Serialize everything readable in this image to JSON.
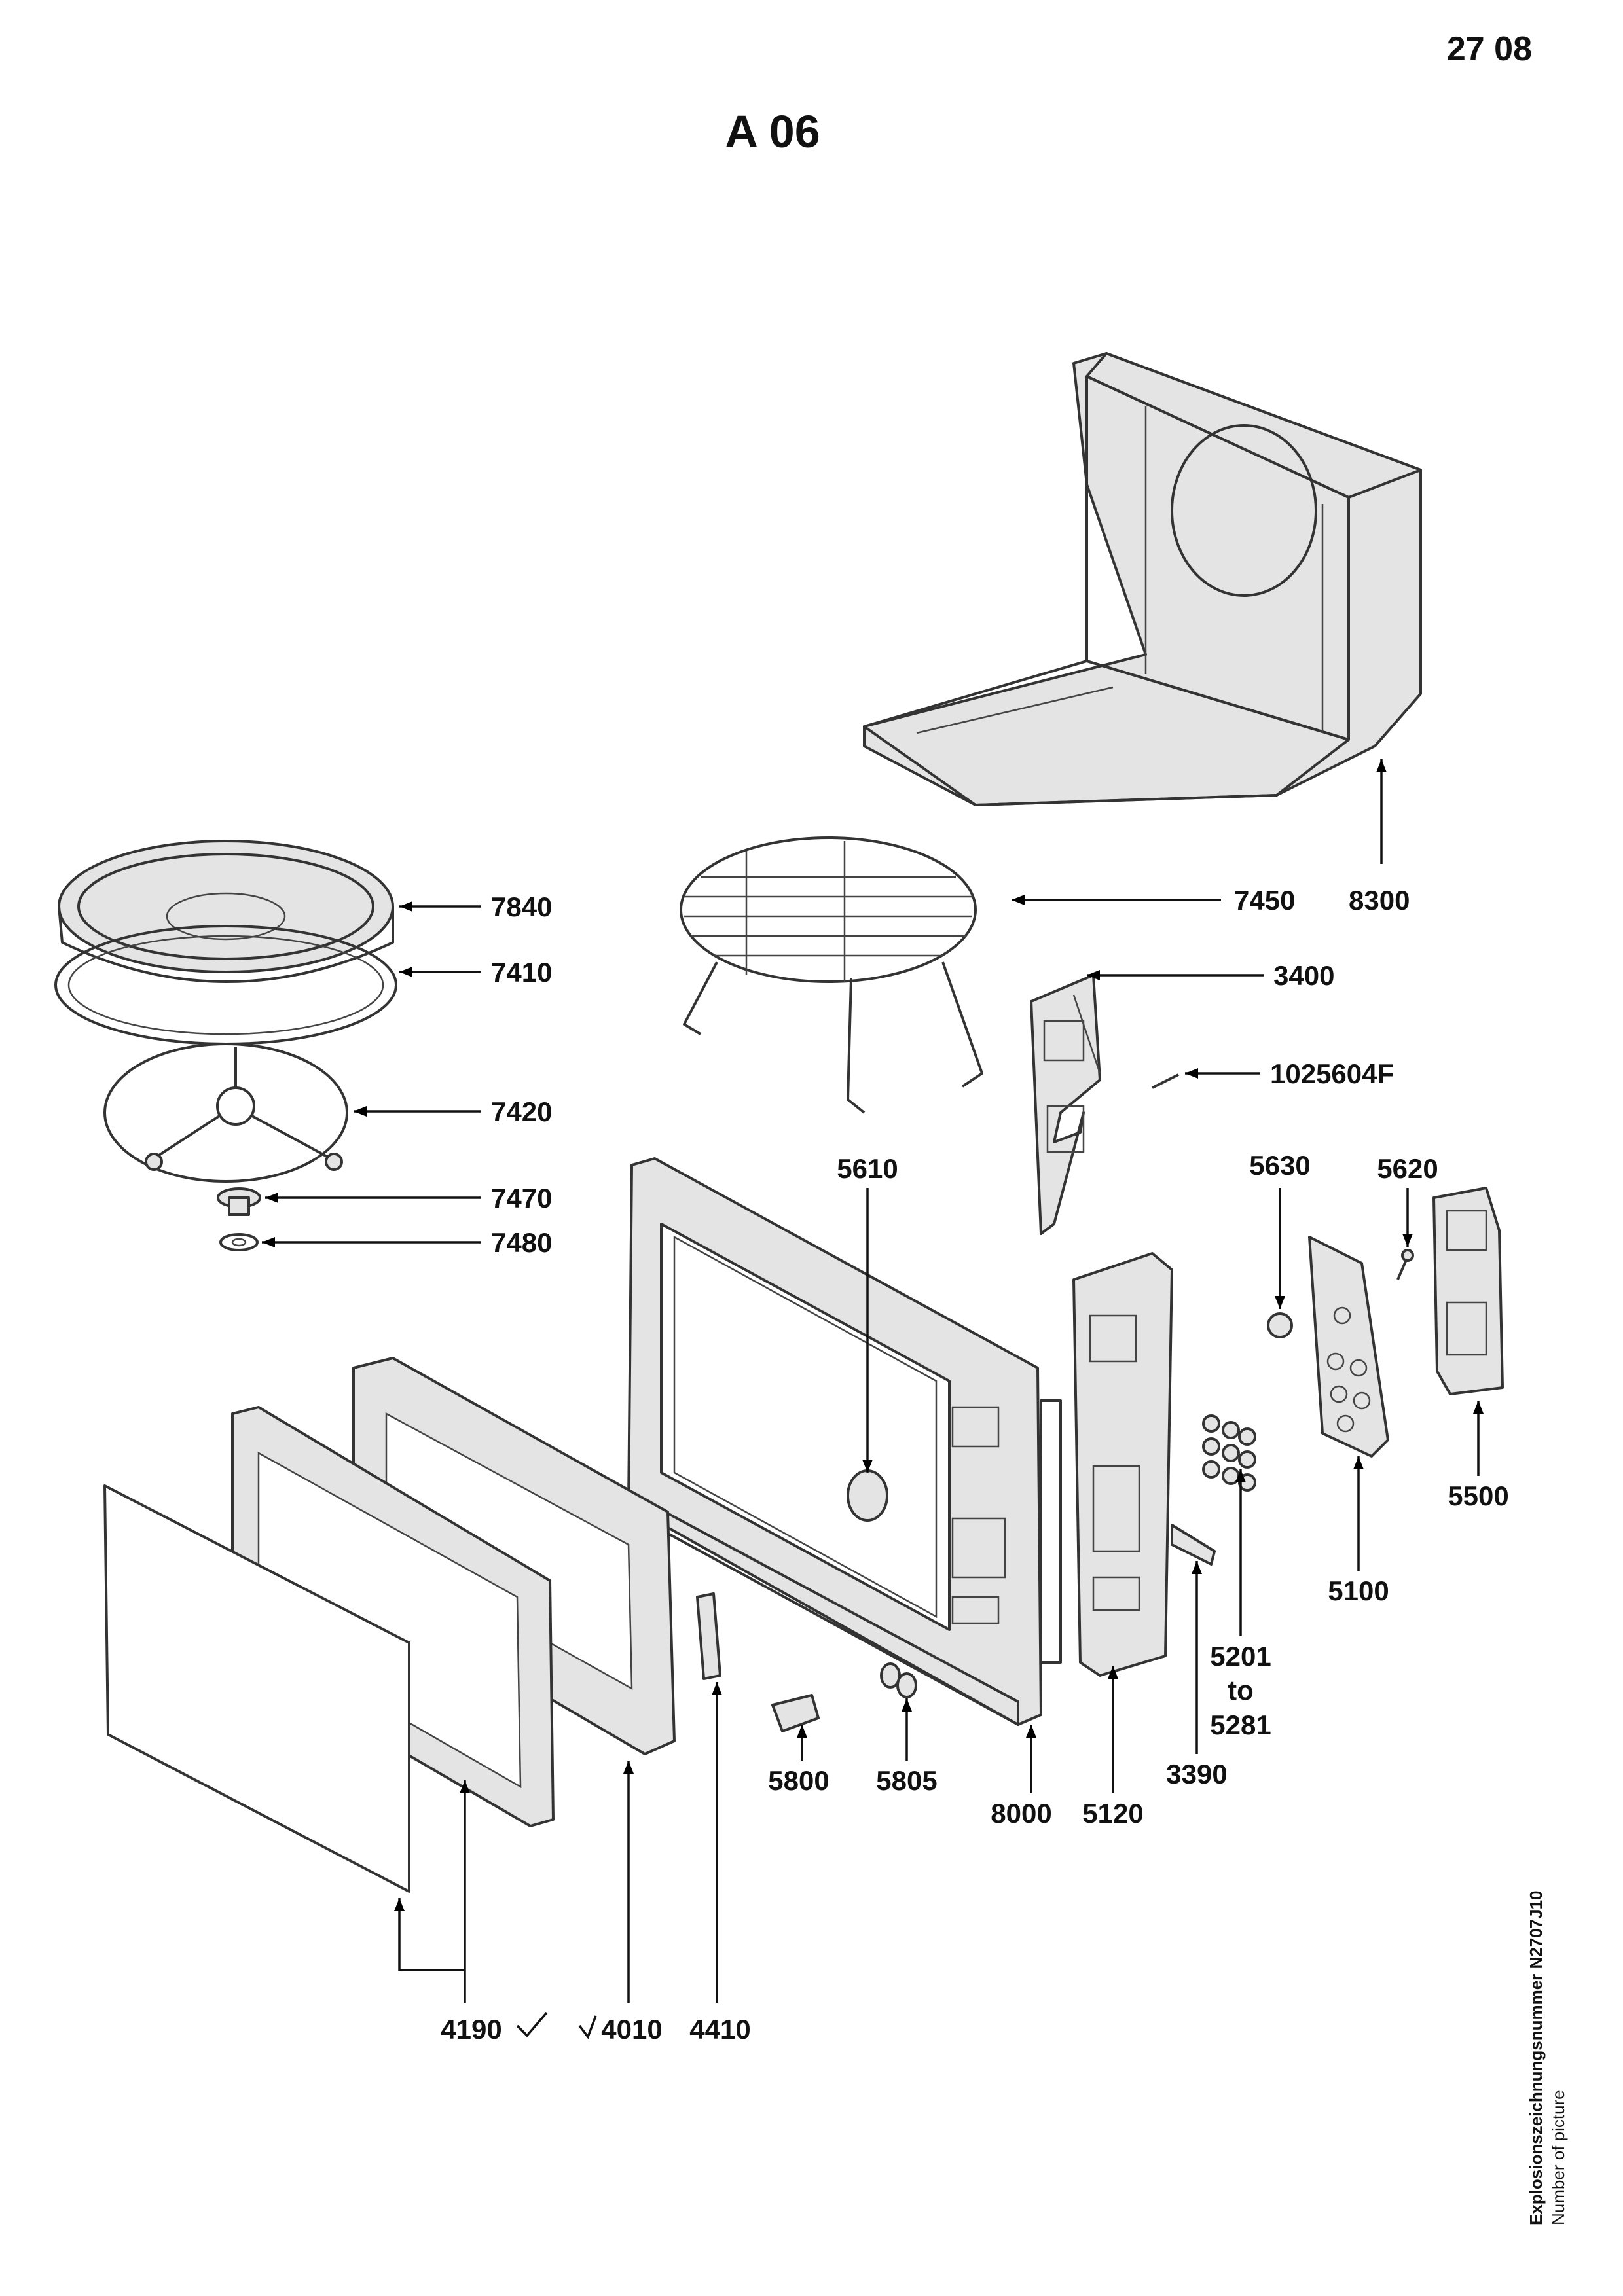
{
  "header": {
    "page_number": "27 08",
    "model_code": "A 06"
  },
  "side_note": {
    "title": "Explosionszeichnungsnummer N2707J10",
    "subtitle": "Number of picture"
  },
  "labels": {
    "l7840": "7840",
    "l7410": "7410",
    "l7420": "7420",
    "l7470": "7470",
    "l7480": "7480",
    "l7450": "7450",
    "l8300": "8300",
    "l3400": "3400",
    "l1025604F": "1025604F",
    "l5610": "5610",
    "l5630": "5630",
    "l5620": "5620",
    "l5500": "5500",
    "l5100": "5100",
    "l5201a": "5201",
    "l5201b": "to",
    "l5201c": "5281",
    "l3390": "3390",
    "l5120": "5120",
    "l8000": "8000",
    "l5805": "5805",
    "l5800": "5800",
    "l4190": "4190",
    "l4010": "4010",
    "l4410": "4410"
  },
  "colors": {
    "line": "#333333",
    "text": "#111111",
    "fill": "#e4e4e4"
  }
}
